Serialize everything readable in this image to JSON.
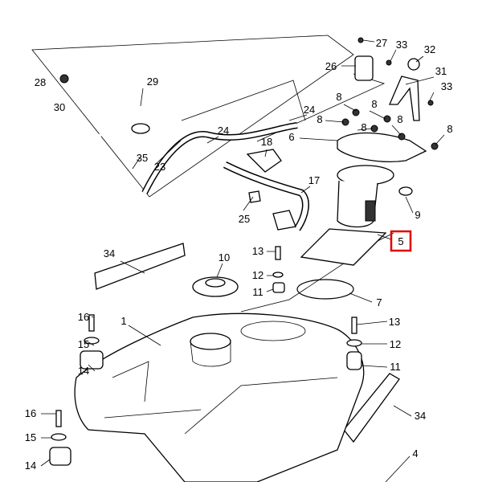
{
  "diagram": {
    "callouts": [
      "27",
      "33",
      "32",
      "26",
      "31",
      "28",
      "29",
      "30",
      "33",
      "8",
      "8",
      "8",
      "8",
      "8",
      "24",
      "24",
      "6",
      "8",
      "35",
      "23",
      "18",
      "17",
      "9",
      "25",
      "5",
      "34",
      "10",
      "13",
      "12",
      "11",
      "7",
      "16",
      "1",
      "13",
      "15",
      "12",
      "14",
      "11",
      "16",
      "34",
      "15",
      "4",
      "14"
    ],
    "highlighted_callout": "5",
    "highlight_color": "#e00000"
  }
}
